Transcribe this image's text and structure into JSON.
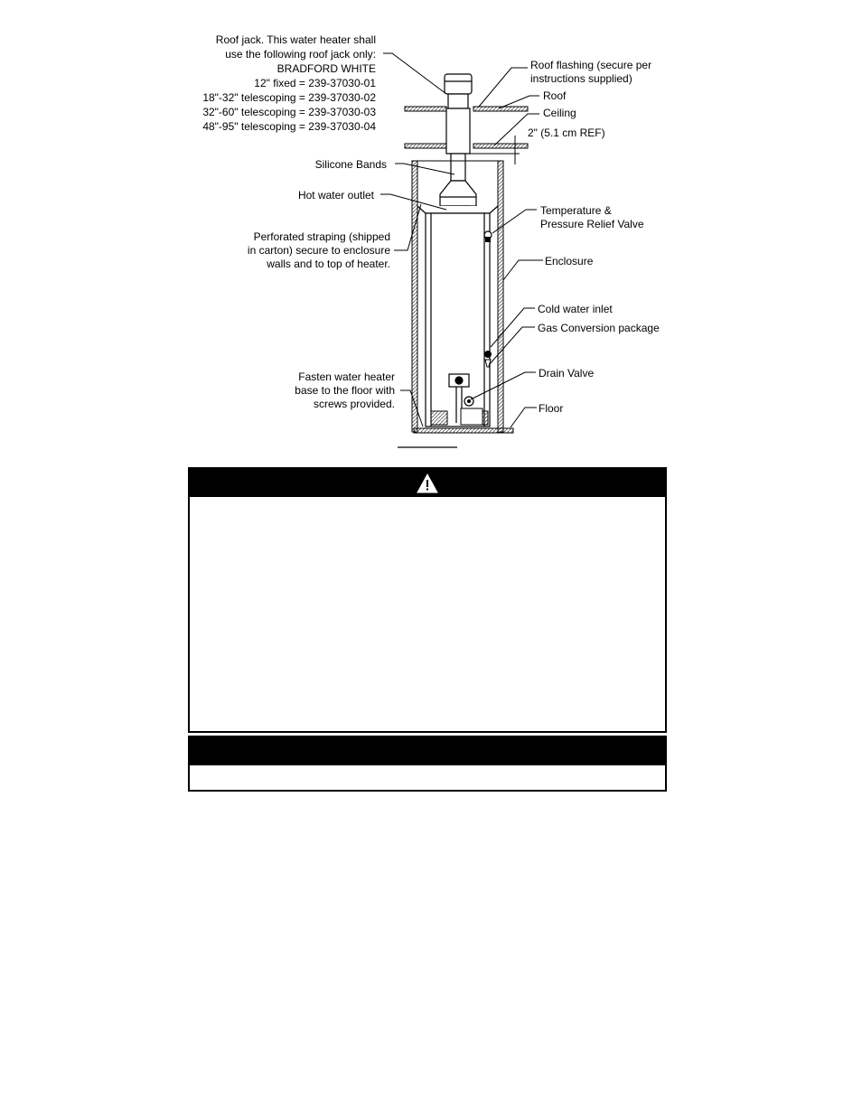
{
  "labels": {
    "roof_jack": [
      "Roof jack. This water heater shall",
      "use the following roof jack only:",
      "BRADFORD WHITE",
      "12\" fixed = 239-37030-01",
      "18\"-32\" telescoping = 239-37030-02",
      "32\"-60\" telescoping = 239-37030-03",
      "48\"-95\" telescoping = 239-37030-04"
    ],
    "roof_flashing": [
      "Roof flashing (secure per",
      "instructions supplied)"
    ],
    "roof": "Roof",
    "ceiling": "Ceiling",
    "clearance": "2\" (5.1 cm REF)",
    "silicone_bands": "Silicone Bands",
    "hot_water_outlet": "Hot water outlet",
    "tp_valve": [
      "Temperature &",
      "Pressure Relief Valve"
    ],
    "perforated_strapping": [
      "Perforated straping (shipped",
      "in carton) secure to enclosure",
      "walls and to top of heater."
    ],
    "enclosure": "Enclosure",
    "cold_water_inlet": "Cold water inlet",
    "gas_conversion": "Gas Conversion package",
    "fasten_base": [
      "Fasten water heater",
      "base to the floor with",
      "screws provided."
    ],
    "drain_valve": "Drain Valve",
    "floor": "Floor"
  },
  "warning_icon": "warning-triangle-icon",
  "colors": {
    "line": "#000000",
    "header": "#000000",
    "hatch": "#555555"
  }
}
